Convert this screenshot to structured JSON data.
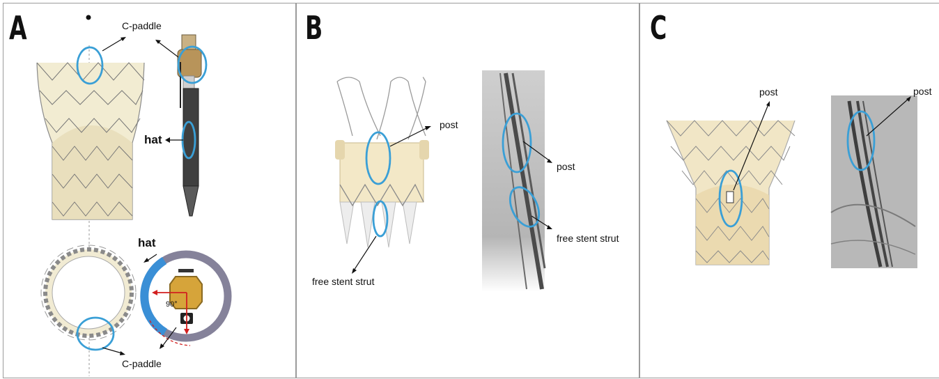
{
  "panels": [
    {
      "letter": "A"
    },
    {
      "letter": "B"
    },
    {
      "letter": "C"
    }
  ],
  "labels": {
    "c_paddle_top": "C-paddle",
    "hat_top": "hat",
    "hat_bottom": "hat",
    "angle": "90°",
    "c_paddle_bottom": "C-paddle",
    "b_post_left": "post",
    "b_free_strut_left": "free stent strut",
    "b_post_right": "post",
    "b_free_strut_right": "free stent strut",
    "c_post_left": "post",
    "c_post_right": "post"
  },
  "colors": {
    "highlight_ring": "#3a9fd6",
    "stent_metal": "#7a7a7a",
    "leaflet_fill": "#ece2c4",
    "arc_blue": "#3a8fd6",
    "ring_gray": "#85829a",
    "arrow_red": "#d21f1f"
  }
}
